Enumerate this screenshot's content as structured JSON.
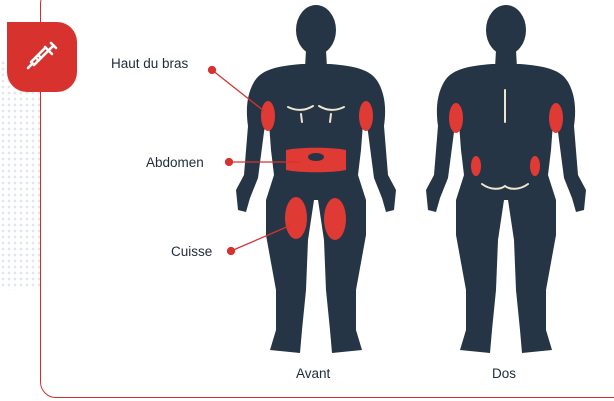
{
  "labels": {
    "upper_arm": "Haut du bras",
    "abdomen": "Abdomen",
    "thigh": "Cuisse",
    "front": "Avant",
    "back": "Dos"
  },
  "icons": {
    "badge": "syringe-icon"
  },
  "colors": {
    "accent": "#d8322e",
    "figure": "#253545",
    "injection_zone": "#e03a35",
    "border": "#cf2e2e"
  }
}
